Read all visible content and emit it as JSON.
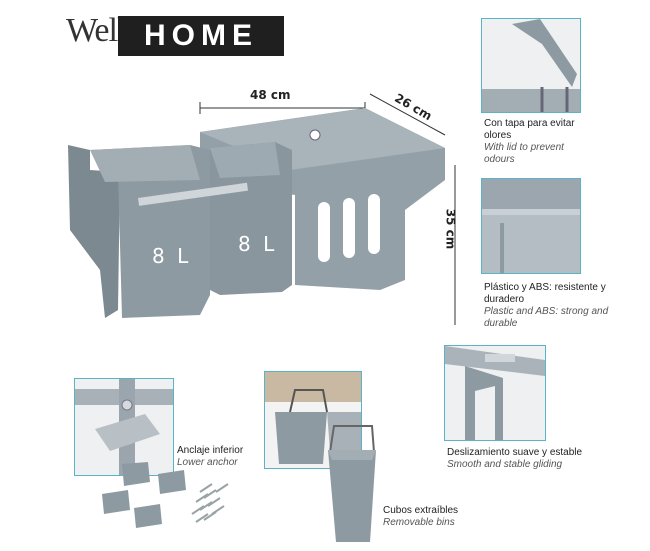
{
  "brand": {
    "well": "Well",
    "home": "HOME"
  },
  "dimensions": {
    "width": "48 cm",
    "depth": "26 cm",
    "height": "35 cm"
  },
  "bins": {
    "left_label": "8 L",
    "right_label": "8 L"
  },
  "features": {
    "lid": {
      "es": "Con tapa para evitar olores",
      "en": "With lid to prevent odours"
    },
    "material": {
      "es": "Plástico y ABS: resistente y duradero",
      "en": "Plastic and ABS: strong and durable"
    },
    "slide": {
      "es": "Deslizamiento suave y estable",
      "en": "Smooth and stable gliding"
    },
    "anchor": {
      "es": "Anclaje inferior",
      "en": "Lower anchor"
    },
    "bins": {
      "es": "Cubos extraíbles",
      "en": "Removable bins"
    }
  },
  "colors": {
    "product_grey": "#8e9aa2",
    "accent_border": "#5ab3c7"
  }
}
